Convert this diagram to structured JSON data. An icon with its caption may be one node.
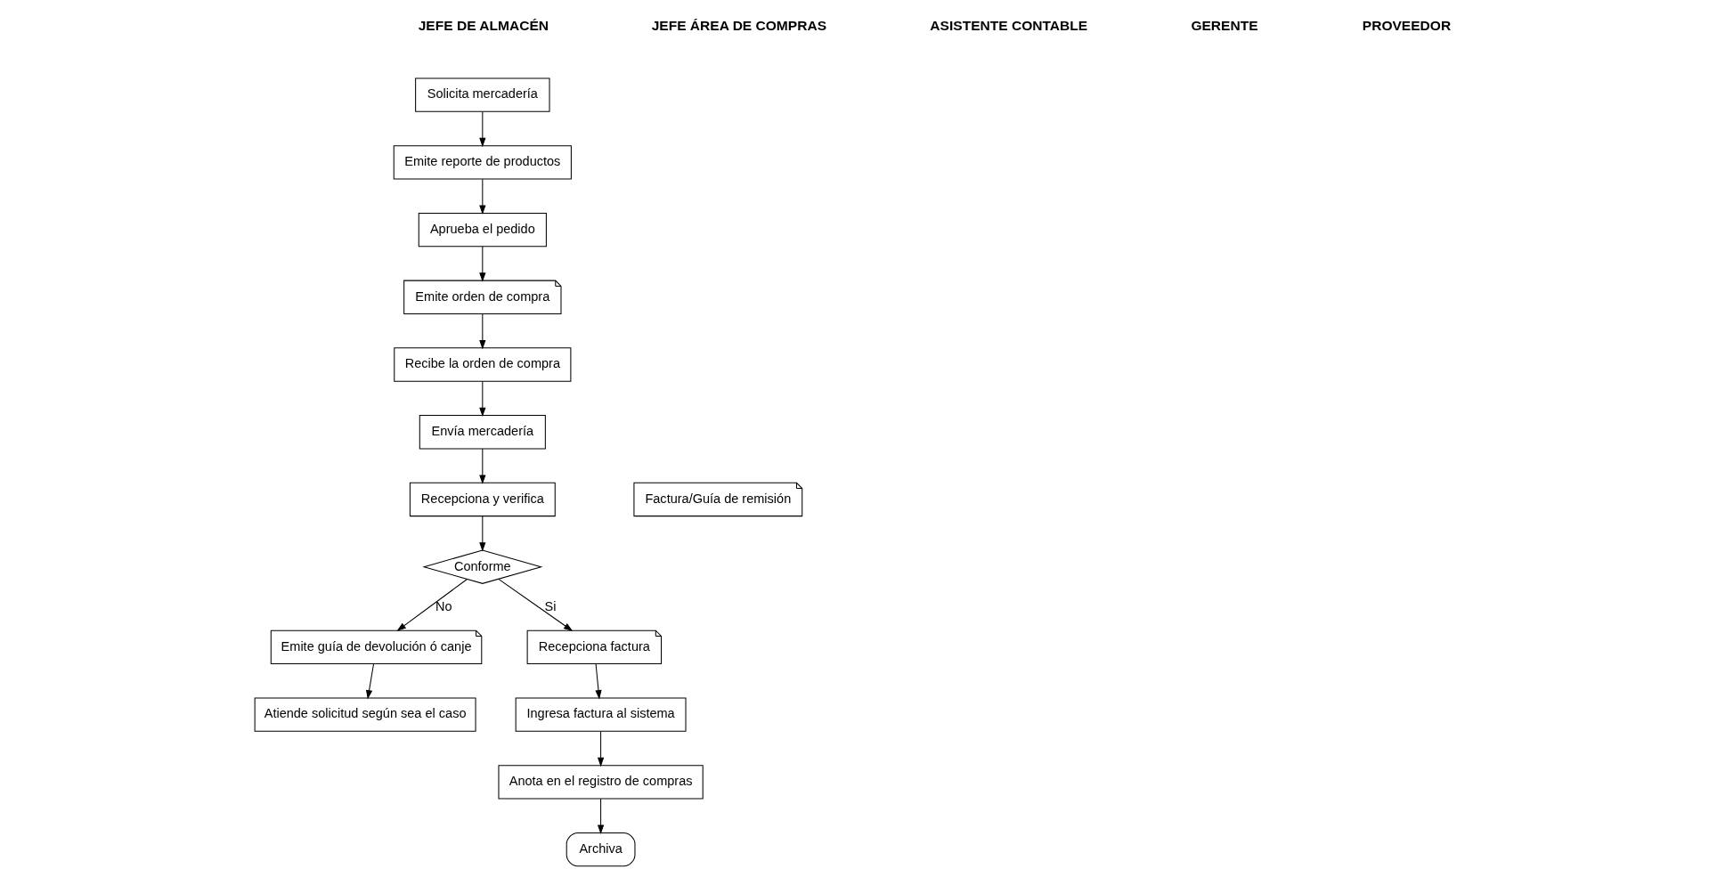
{
  "diagram": {
    "nodes": [
      {
        "text": [
          "Solicita mercadería"
        ]
      },
      {
        "text": [
          "Emite reporte de productos"
        ]
      },
      {
        "text": [
          "Aprueba el pedido"
        ]
      },
      {
        "text": [
          "Emite orden de compra"
        ]
      },
      {
        "text": [
          "Recibe la orden de compra"
        ]
      },
      {
        "text": [
          "Recepciona y verifica"
        ]
      },
      {
        "text": [
          "Envía mercadería"
        ]
      },
      {
        "text": [
          "Factura/Guía de remisión"
        ]
      },
      {
        "text": [
          "Conforme"
        ]
      },
      {
        "text": [
          "Emite guía de devolución ó canje"
        ]
      },
      {
        "text": [
          "Atiende solicitud según sea el caso"
        ]
      },
      {
        "text": [
          "Recepciona factura"
        ]
      },
      {
        "text": [
          "Ingresa factura al sistema"
        ]
      },
      {
        "text": [
          "Anota en el registro de compras"
        ]
      },
      {
        "text": [
          "Archiva"
        ]
      }
    ],
    "edges": [
      {
        "from": 0,
        "to": 1,
        "arrow": "to"
      },
      {
        "from": 1,
        "to": 2,
        "arrow": "to"
      },
      {
        "from": 2,
        "to": 3,
        "arrow": "to"
      },
      {
        "from": 3,
        "to": 4,
        "arrow": "to"
      },
      {
        "from": 4,
        "to": 6,
        "arrow": "to"
      },
      {
        "from": 6,
        "to": 5,
        "arrow": "to"
      },
      {
        "from": 5,
        "to": 8,
        "arrow": "to"
      },
      {
        "from": 8,
        "to": 9,
        "label": "No",
        "arrow": "to"
      },
      {
        "from": 9,
        "to": 10,
        "arrow": "to"
      },
      {
        "from": 8,
        "to": 11,
        "label": "Si",
        "arrow": "to"
      },
      {
        "from": 11,
        "to": 12,
        "arrow": "to"
      },
      {
        "from": 12,
        "to": 13,
        "arrow": "to"
      },
      {
        "from": 13,
        "to": 14,
        "arrow": "to"
      }
    ],
    "labels": [
      "JEFE DE ALMACÉN",
      "JEFE ÁREA DE COMPRAS",
      "ASISTENTE CONTABLE",
      "GERENTE",
      "PROVEEDOR"
    ]
  }
}
